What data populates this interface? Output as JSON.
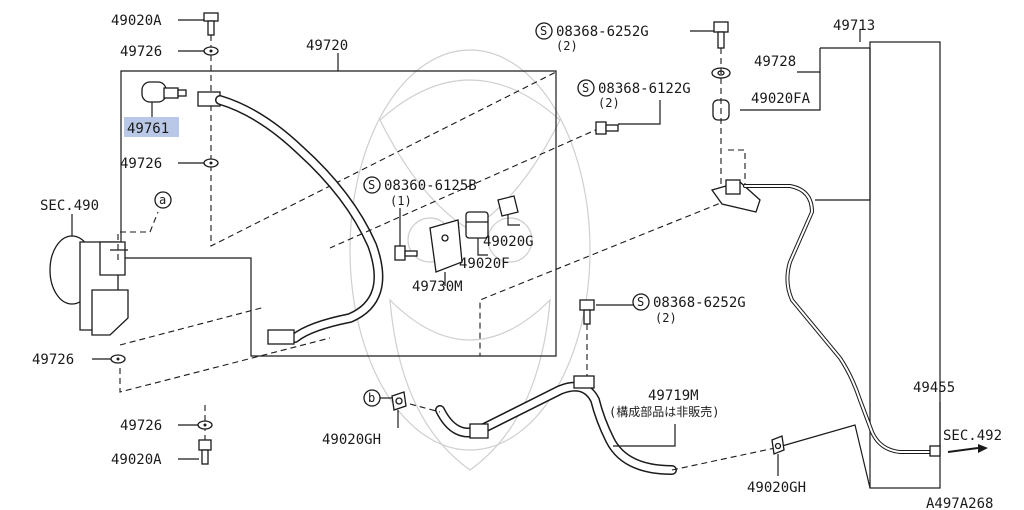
{
  "labels": {
    "bolt_top_left": "49020A",
    "washer_1": "49726",
    "hose_assembly": "49720",
    "pressure_switch": "49761",
    "washer_2": "49726",
    "pump_ref": "SEC.490",
    "callout_a": "a",
    "washer_3": "49726",
    "washer_4": "49726",
    "bolt_bottom_left": "49020A",
    "bolt_center": "08368-6252G",
    "bolt_center_qty": "(2)",
    "bolt_small": "08368-6122G",
    "bolt_small_qty": "(2)",
    "screw_mid": "08360-6125B",
    "screw_mid_qty": "(1)",
    "clamp_g": "49020G",
    "clamp_f": "49020F",
    "bracket": "49730M",
    "bolt_lower": "08368-6252G",
    "bolt_lower_qty": "(2)",
    "tube_assembly": "49713",
    "washer_right": "49728",
    "grommet_right": "49020FA",
    "return_hose": "49719M",
    "return_note": "(構成部品は非販売)",
    "callout_b": "b",
    "clip_gh_left": "49020GH",
    "clip_gh_right": "49020GH",
    "return_tube": "49455",
    "rack_ref": "SEC.492",
    "diagram_id": "A497A268",
    "s_mark": "S"
  },
  "colors": {
    "line": "#1a1a1a",
    "highlight": "#b9c8e6",
    "watermark": "#cfcfcf"
  }
}
